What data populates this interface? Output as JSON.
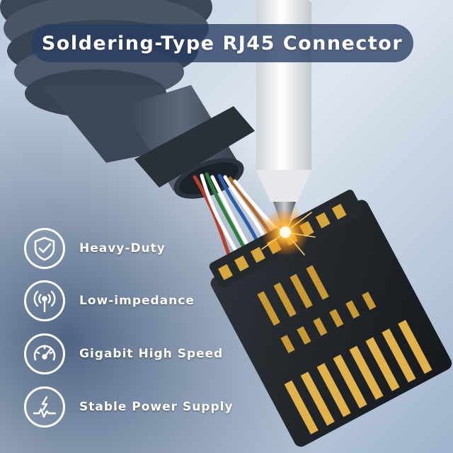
{
  "title": "Soldering-Type RJ45 Connector",
  "features": [
    {
      "label": "Heavy-Duty",
      "icon": "shield-check-icon"
    },
    {
      "label": "Low-impedance",
      "icon": "signal-antenna-icon"
    },
    {
      "label": "Gigabit High Speed",
      "icon": "speedometer-icon"
    },
    {
      "label": "Stable Power Supply",
      "icon": "power-pulse-icon"
    }
  ],
  "colors": {
    "banner": "#283e64",
    "cable": "#4a5566",
    "connector": "#1f2428",
    "gold_pin": "#d6a83c",
    "iron": "#f2f2f2"
  }
}
